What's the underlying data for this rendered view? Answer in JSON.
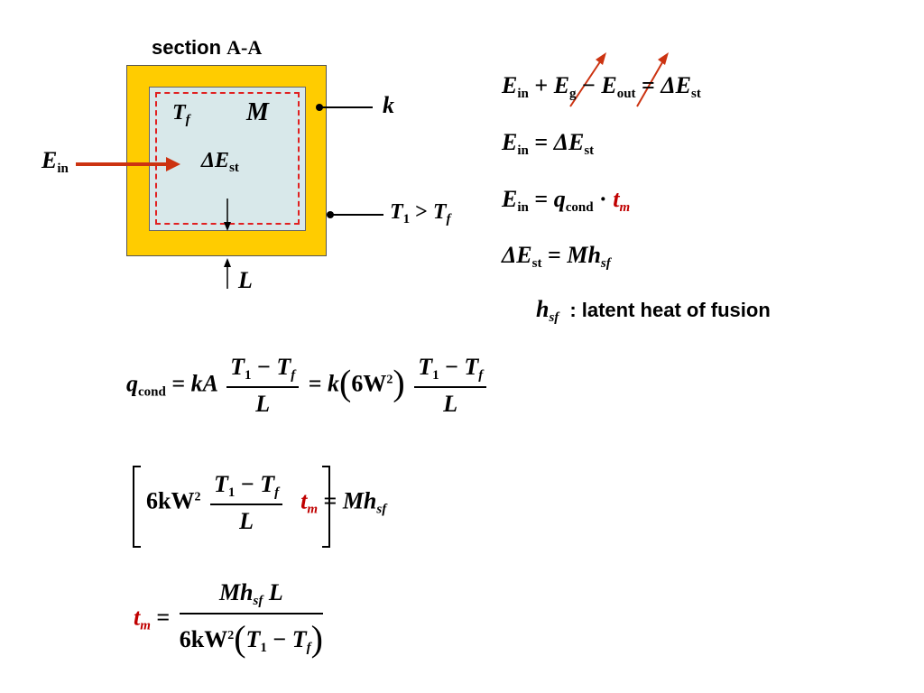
{
  "diagram": {
    "title_word": "section",
    "title_label": "A-A",
    "label_k": "k",
    "label_Tf_main": "T",
    "label_Tf_sub": "f",
    "label_M": "M",
    "label_Ein_main": "E",
    "label_Ein_sub": "in",
    "label_dEst": "ΔE",
    "label_dEst_sub": "st",
    "label_T1_main": "T",
    "label_T1_sub": "1",
    "label_gt": " > ",
    "label_T1f_main": "T",
    "label_T1f_sub": "f",
    "label_L": "L",
    "colors": {
      "wall": "#ffcc00",
      "interior": "#d8e8ea",
      "dashed": "#e02020",
      "arrow": "#cc3311"
    }
  },
  "eq1": {
    "E": "E",
    "in": "in",
    "plus": " + ",
    "Eg": "E",
    "g": "g",
    "minus": " − ",
    "Eout": "E",
    "out": "out",
    "eq": " = ",
    "dE": "ΔE",
    "st": "st"
  },
  "eq2": {
    "E": "E",
    "in": "in",
    "eq": " = ",
    "dE": "ΔE",
    "st": "st"
  },
  "eq3": {
    "E": "E",
    "in": "in",
    "eq": " = ",
    "q": "q",
    "cond": "cond",
    "dot": " · ",
    "t": "t",
    "m": "m"
  },
  "eq4": {
    "dE": "ΔE",
    "st": "st",
    "eq": " = ",
    "Mh": "Mh",
    "sf": "sf"
  },
  "note": {
    "h": "h",
    "sf": "sf",
    "text": ": latent heat of fusion"
  },
  "eq5": {
    "q": "q",
    "cond": "cond",
    "eq": " = ",
    "kA": "kA",
    "num_T1": "T",
    "num_1": "1",
    "num_minus": " − ",
    "num_Tf": "T",
    "num_f": "f",
    "den": "L",
    "eq2": " = ",
    "k": "k",
    "lp": "(",
    "six": "6W",
    "sq": "2",
    "rp": ")",
    "num2_T1": "T",
    "num2_1": "1",
    "num2_minus": " − ",
    "num2_Tf": "T",
    "num2_f": "f",
    "den2": "L"
  },
  "eq6": {
    "six": "6kW",
    "sq": "2",
    "num_T1": "T",
    "num_1": "1",
    "num_minus": " − ",
    "num_Tf": "T",
    "num_f": "f",
    "den": "L",
    "t": "t",
    "m": "m",
    "eq": " = ",
    "Mh": "Mh",
    "sf": "sf"
  },
  "eq7": {
    "t": "t",
    "m": "m",
    "eq": " = ",
    "num_Mh": "Mh",
    "num_sf": "sf",
    "num_L": " L",
    "den_six": "6kW",
    "den_sq": "2",
    "lp": "(",
    "den_T1": "T",
    "den_1": "1",
    "den_minus": " − ",
    "den_Tf": "T",
    "den_f": "f",
    "rp": ")"
  }
}
